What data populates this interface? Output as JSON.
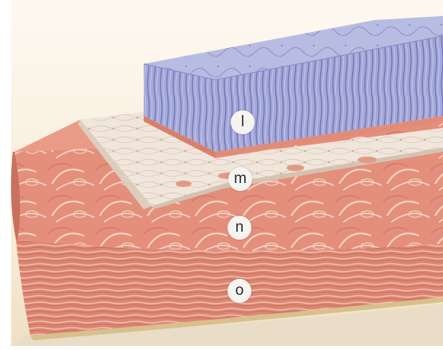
{
  "labels": {
    "l": "l",
    "m": "m",
    "n": "n",
    "o": "o"
  },
  "layers": [
    {
      "key": "l",
      "color": "#9aa4d6"
    },
    {
      "key": "m",
      "color": "#efe4da"
    },
    {
      "key": "n",
      "color": "#e7907c"
    },
    {
      "key": "o",
      "color": "#dc8a76"
    }
  ],
  "colors": {
    "background": "#fbf4e8",
    "epithelium": "#9aa4d6",
    "connective": "#efe4da",
    "muscle_circular": "#e7907c",
    "muscle_longitudinal": "#dc8a76",
    "edge": "#d8c08c"
  }
}
